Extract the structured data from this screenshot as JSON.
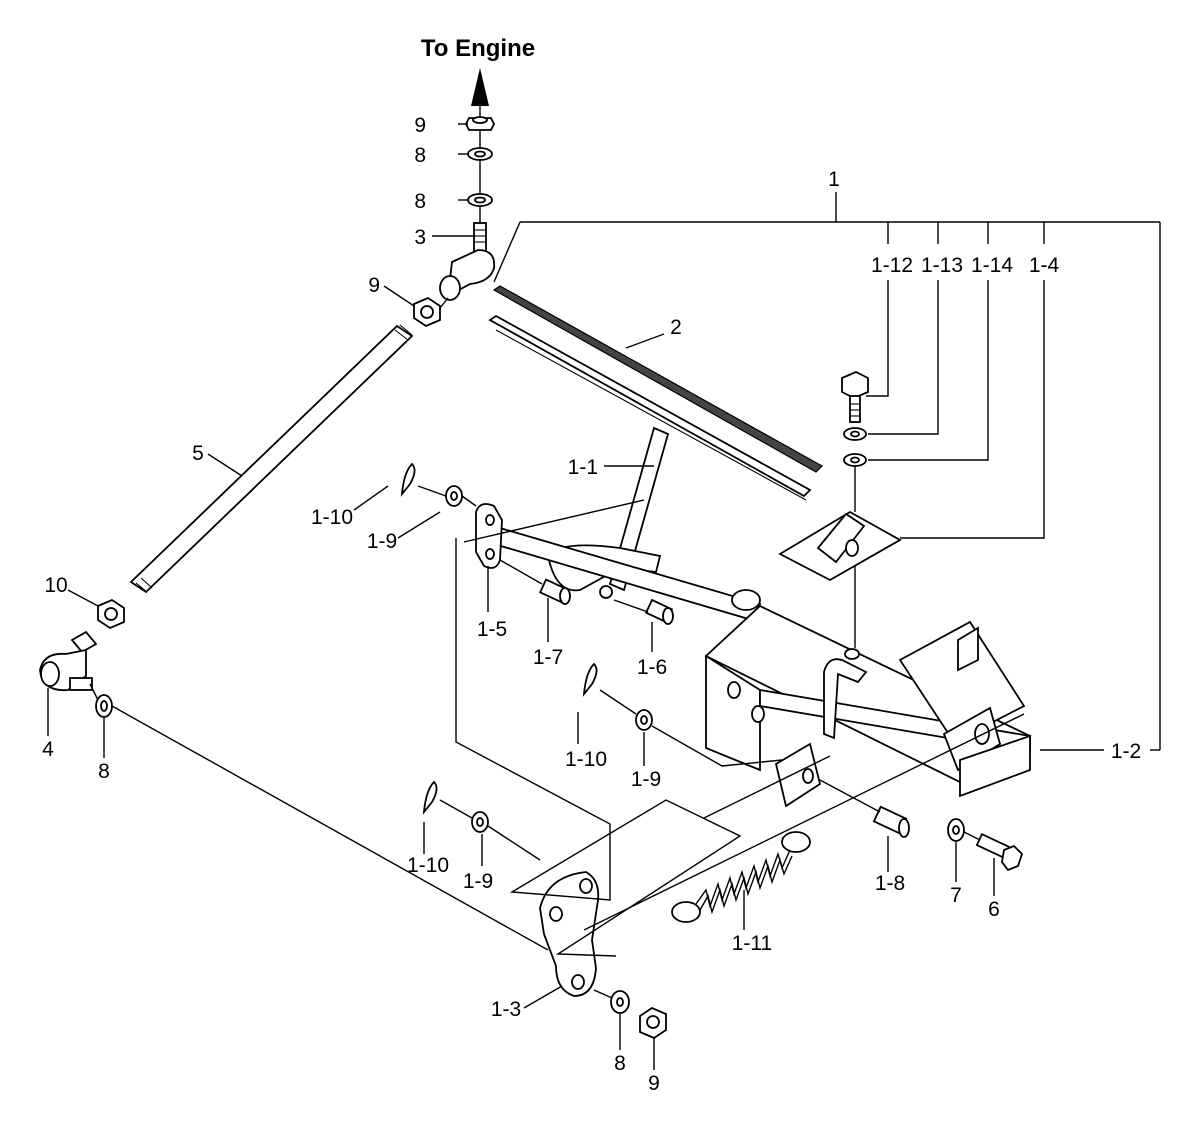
{
  "title": "To Engine",
  "labels": {
    "l9_top": "9",
    "l8_a": "8",
    "l8_b": "8",
    "l3": "3",
    "l9_mid": "9",
    "l1": "1",
    "l1_12": "1-12",
    "l1_13": "1-13",
    "l1_14": "1-14",
    "l1_4": "1-4",
    "l2": "2",
    "l1_1": "1-1",
    "l5": "5",
    "l1_10_a": "1-10",
    "l1_9_a": "1-9",
    "l1_5": "1-5",
    "l1_7": "1-7",
    "l1_6": "1-6",
    "l10": "10",
    "l4": "4",
    "l8_c": "8",
    "l1_10_b": "1-10",
    "l1_9_b": "1-9",
    "l1_2": "1-2",
    "l1_10_c": "1-10",
    "l1_9_c": "1-9",
    "l1_8": "1-8",
    "l7": "7",
    "l6": "6",
    "l1_11": "1-11",
    "l1_3": "1-3",
    "l8_d": "8",
    "l9_bot": "9"
  }
}
